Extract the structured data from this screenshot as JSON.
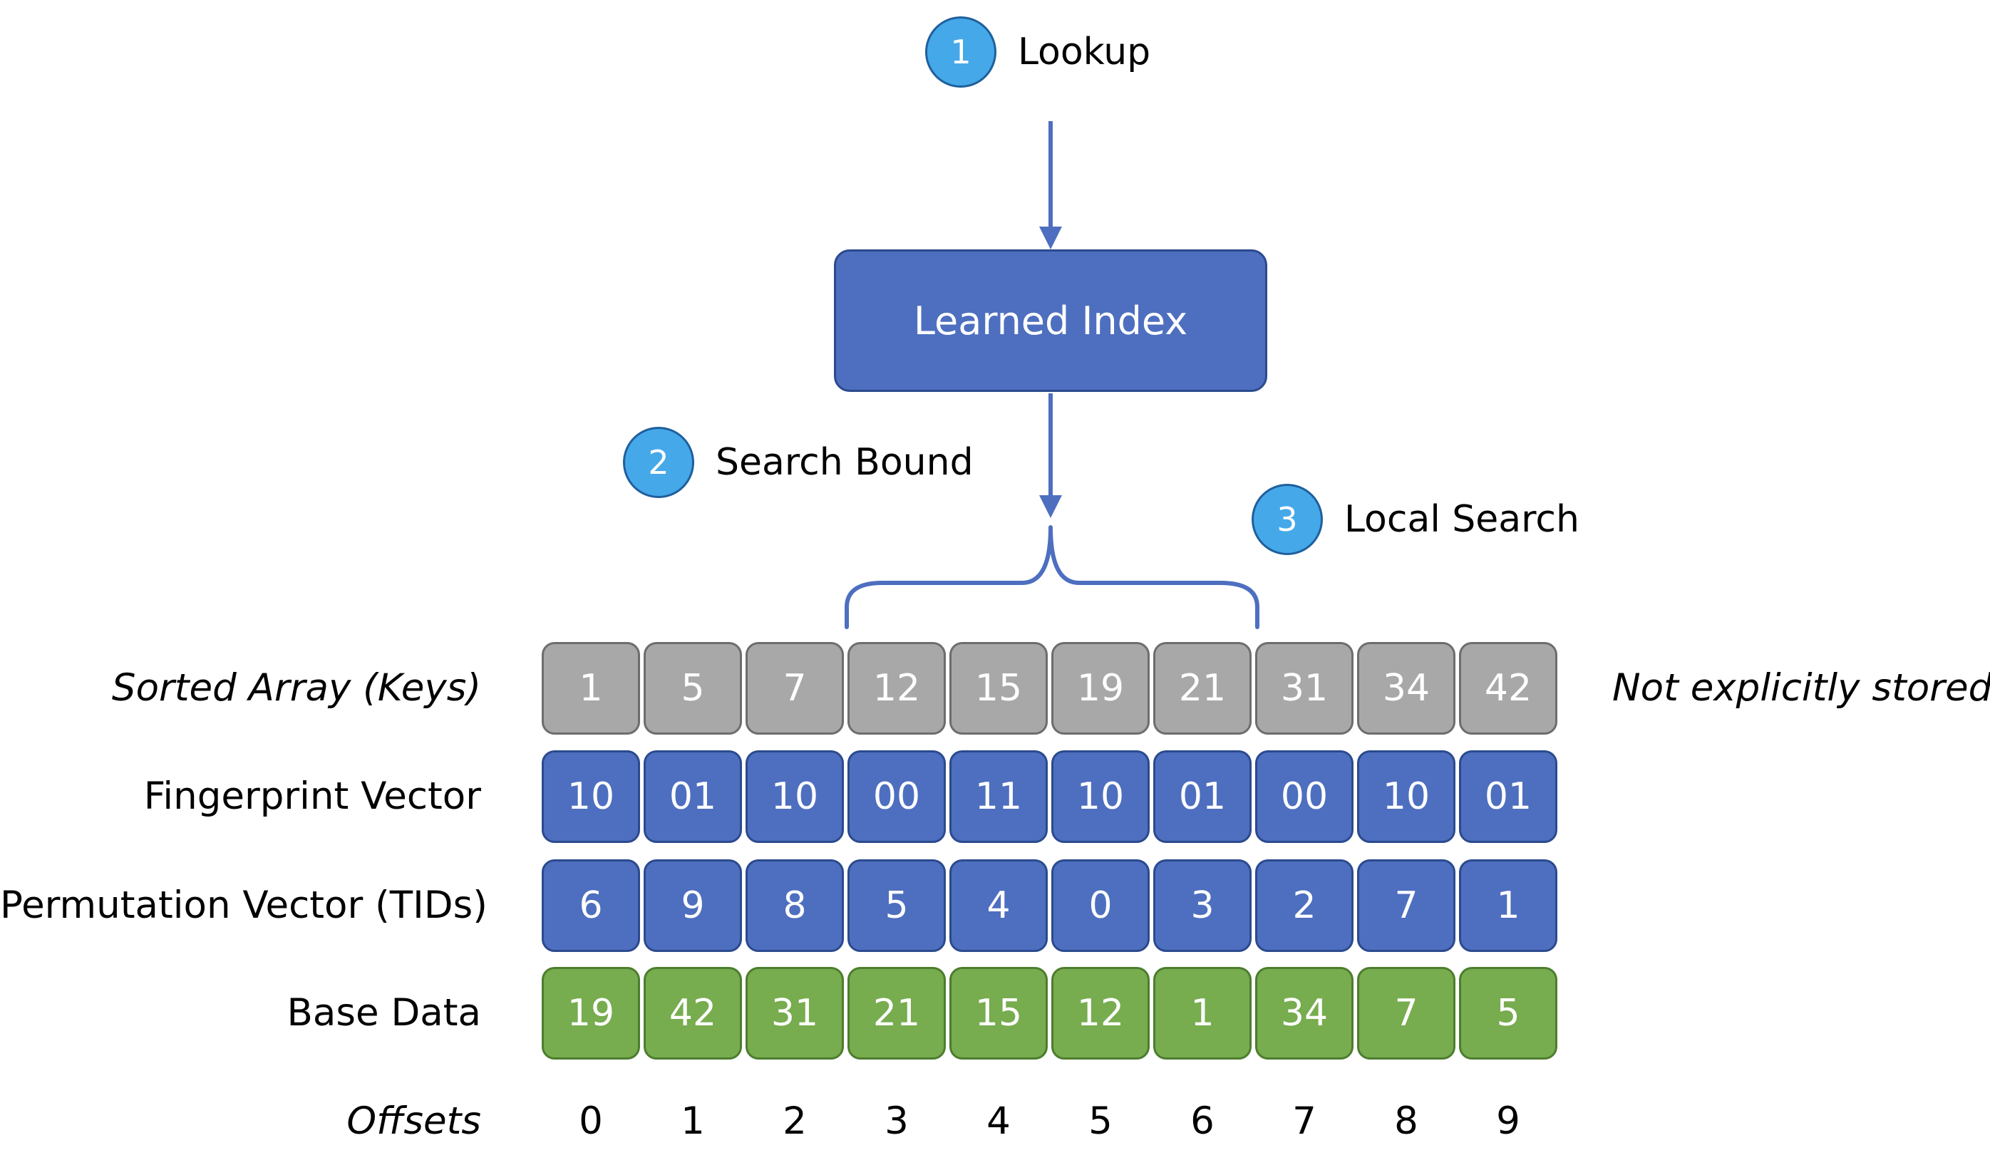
{
  "steps": [
    {
      "number": "1",
      "label": "Lookup"
    },
    {
      "number": "2",
      "label": "Search Bound"
    },
    {
      "number": "3",
      "label": "Local Search"
    }
  ],
  "learned_index": {
    "label": "Learned Index"
  },
  "rows": [
    {
      "label": "Sorted Array (Keys)",
      "italic": true,
      "style": "gray",
      "values": [
        "1",
        "5",
        "7",
        "12",
        "15",
        "19",
        "21",
        "31",
        "34",
        "42"
      ]
    },
    {
      "label": "Fingerprint Vector",
      "italic": false,
      "style": "blue",
      "values": [
        "10",
        "01",
        "10",
        "00",
        "11",
        "10",
        "01",
        "00",
        "10",
        "01"
      ]
    },
    {
      "label": "Permutation Vector (TIDs)",
      "italic": false,
      "style": "blue",
      "values": [
        "6",
        "9",
        "8",
        "5",
        "4",
        "0",
        "3",
        "2",
        "7",
        "1"
      ]
    },
    {
      "label": "Base Data",
      "italic": false,
      "style": "green",
      "values": [
        "19",
        "42",
        "31",
        "21",
        "15",
        "12",
        "1",
        "34",
        "7",
        "5"
      ]
    }
  ],
  "sorted_array_note": "Not explicitly stored",
  "offsets": {
    "label": "Offsets",
    "values": [
      "0",
      "1",
      "2",
      "3",
      "4",
      "5",
      "6",
      "7",
      "8",
      "9"
    ]
  },
  "colors": {
    "step_circle": "#45a8e9",
    "index_box": "#4e6fbf",
    "arrow": "#4e6fbf",
    "gray_cell": "#a8a8a8",
    "blue_cell": "#4e6fbf",
    "green_cell": "#77ac4f"
  }
}
